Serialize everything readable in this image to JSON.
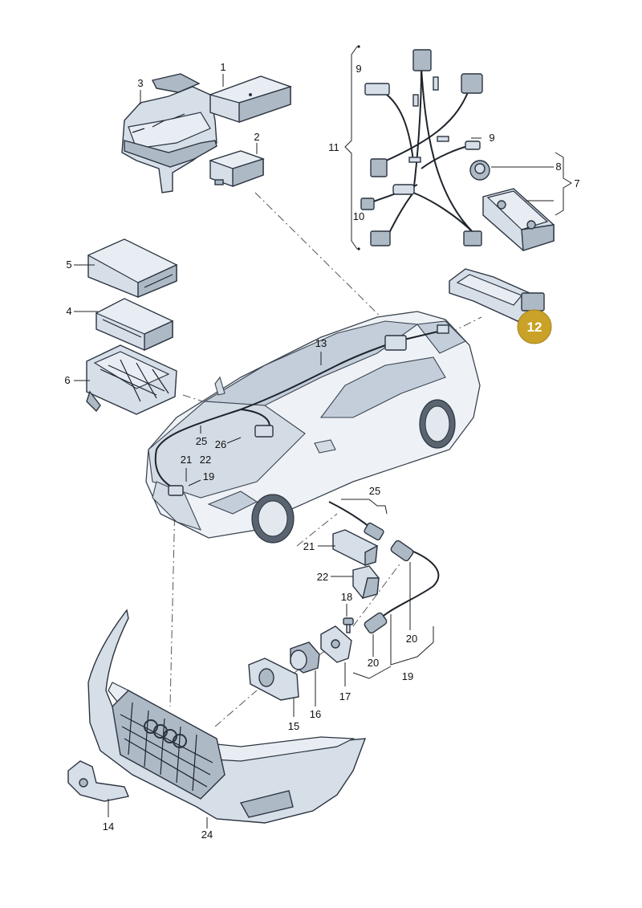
{
  "callouts": {
    "n1": "1",
    "n2": "2",
    "n3": "3",
    "n4": "4",
    "n5": "5",
    "n6": "6",
    "n7": "7",
    "n8": "8",
    "n9a": "9",
    "n9b": "9",
    "n10": "10",
    "n11": "11",
    "n12": "12",
    "n13": "13",
    "n14": "14",
    "n15": "15",
    "n16": "16",
    "n17": "17",
    "n18": "18",
    "n19a": "19",
    "n19b": "19",
    "n20a": "20",
    "n20b": "20",
    "n21a": "21",
    "n21b": "21",
    "n22a": "22",
    "n22b": "22",
    "n24": "24",
    "n25a": "25",
    "n25b": "25",
    "n26": "26"
  },
  "colors": {
    "highlight": "#c9a227",
    "part_fill": "#d6dee8",
    "outline": "#2b3440"
  }
}
